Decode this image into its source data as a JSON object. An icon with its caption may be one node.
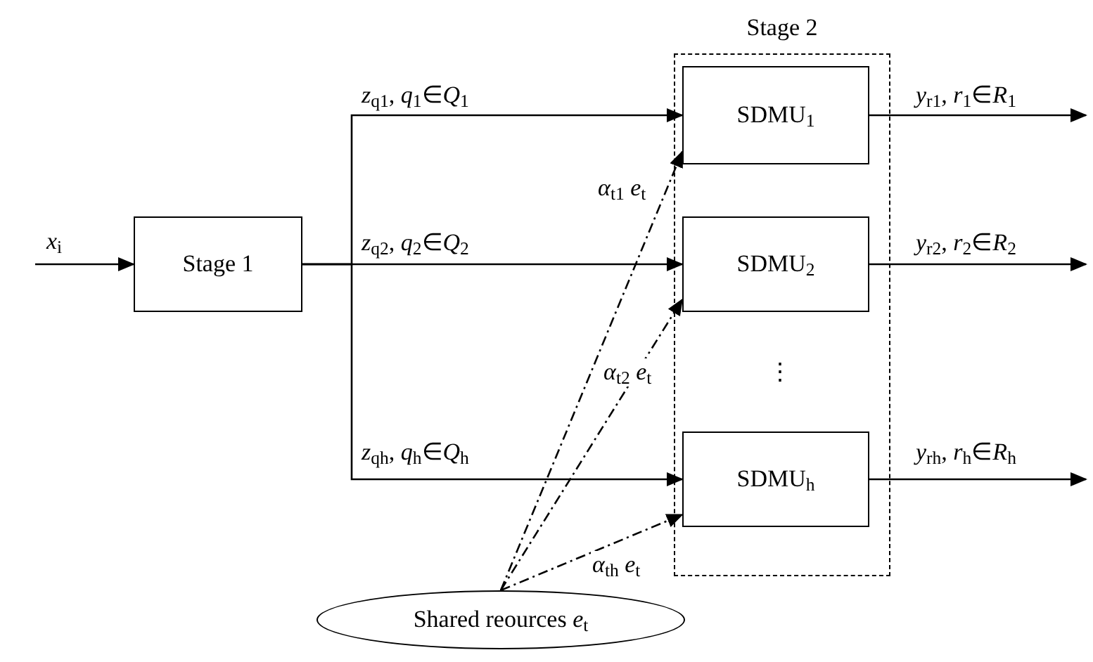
{
  "diagram": {
    "nodes": [
      {
        "text": [
          "Stage 1"
        ]
      },
      {
        "text": [
          "Stage 2"
        ]
      },
      {
        "text": [
          "SDMU$_{1}$"
        ],
        "in": 1
      },
      {
        "text": [
          "SDMU$_{2}$"
        ],
        "in": 1
      },
      {
        "text": [
          "SDMU$_{h}$"
        ],
        "in": 1
      },
      {
        "text": [
          "Shared reources *e*$_{t}$"
        ]
      }
    ],
    "edges": [
      {
        "from": null,
        "to": 0,
        "arrow": "to",
        "label": "*x*$_{i}$"
      },
      {
        "from": 0,
        "to": 2,
        "arrow": "to",
        "label": "*z*$_{q1}$, *q*$_{1}$∈*Q*$_{1}$"
      },
      {
        "from": 0,
        "to": 3,
        "arrow": "to",
        "label": "*z*$_{q2}$, *q*$_{2}$∈*Q*$_{2}$"
      },
      {
        "from": 0,
        "to": 4,
        "arrow": "to",
        "label": "*z*$_{qh}$, *q*$_{h}$∈*Q*$_{h}$"
      },
      {
        "from": 2,
        "to": null,
        "arrow": "to",
        "label": "*y*$_{r1}$, *r*$_{1}$∈*R*$_{1}$"
      },
      {
        "from": 3,
        "to": null,
        "arrow": "to",
        "label": "*y*$_{r2}$, *r*$_{2}$∈*R*$_{2}$"
      },
      {
        "from": 4,
        "to": null,
        "arrow": "to",
        "label": "*y*$_{rh}$, *r*$_{h}$∈*R*$_{h}$"
      },
      {
        "from": 5,
        "to": 2,
        "arrow": "to",
        "label": "*α*$_{t1}$ *e*$_{t}$",
        "style": "dashed"
      },
      {
        "from": 5,
        "to": 3,
        "arrow": "to",
        "label": "*α*$_{t2}$ *e*$_{t}$",
        "style": "dashed"
      },
      {
        "from": 5,
        "to": 4,
        "arrow": "to",
        "label": "*α*$_{th}$ *e*$_{t}$",
        "style": "dashed"
      }
    ],
    "labels": [
      "⋮"
    ]
  }
}
